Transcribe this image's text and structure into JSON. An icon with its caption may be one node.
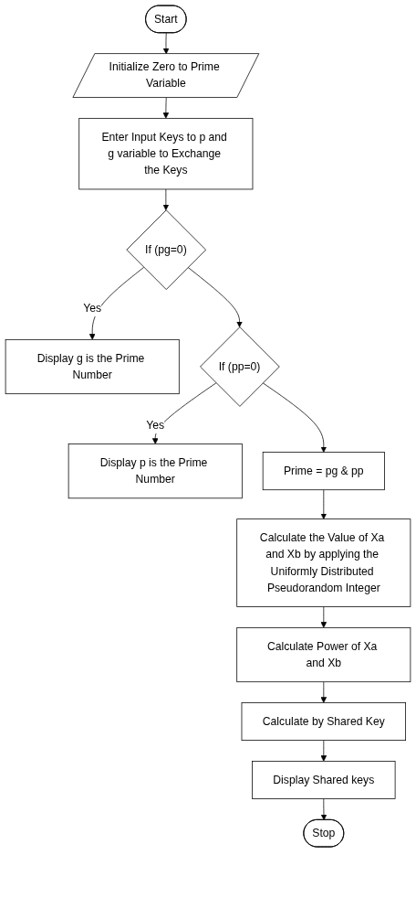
{
  "diagram": {
    "nodes": [
      {
        "text": [
          "Start"
        ]
      },
      {
        "text": [
          "Initialize Zero to Prime Variable"
        ]
      },
      {
        "text": [
          "Enter Input Keys to p and g variable to Exchange the Keys"
        ]
      },
      {
        "text": [
          "If (pg=0)"
        ]
      },
      {
        "text": [
          "Display g is the Prime Number"
        ]
      },
      {
        "text": [
          "If (pp=0)"
        ]
      },
      {
        "text": [
          "Display p is the Prime Number"
        ]
      },
      {
        "text": [
          "Prime = pg & pp"
        ]
      },
      {
        "text": [
          "Calculate the Value of Xa and Xb by applying the Uniformly Distributed Pseudorandom Integer"
        ]
      },
      {
        "text": [
          "Calculate Power of Xa and Xb"
        ]
      },
      {
        "text": [
          "Calculate by Shared Key"
        ]
      },
      {
        "text": [
          "Display Shared keys"
        ]
      },
      {
        "text": [
          "Stop"
        ]
      }
    ],
    "edges": [
      {
        "from": 0,
        "to": 1,
        "arrow": "to"
      },
      {
        "from": 1,
        "to": 2,
        "arrow": "to"
      },
      {
        "from": 2,
        "to": 3,
        "arrow": "to"
      },
      {
        "from": 3,
        "to": 4,
        "arrow": "to",
        "label": "Yes"
      },
      {
        "from": 3,
        "to": 5,
        "arrow": "to"
      },
      {
        "from": 5,
        "to": 6,
        "arrow": "to",
        "label": "Yes"
      },
      {
        "from": 5,
        "to": 7,
        "arrow": "to"
      },
      {
        "from": 7,
        "to": 8,
        "arrow": "to"
      },
      {
        "from": 8,
        "to": 9,
        "arrow": "to"
      },
      {
        "from": 9,
        "to": 10,
        "arrow": "to"
      },
      {
        "from": 10,
        "to": 11,
        "arrow": "to"
      },
      {
        "from": 11,
        "to": 12,
        "arrow": "to"
      }
    ]
  }
}
